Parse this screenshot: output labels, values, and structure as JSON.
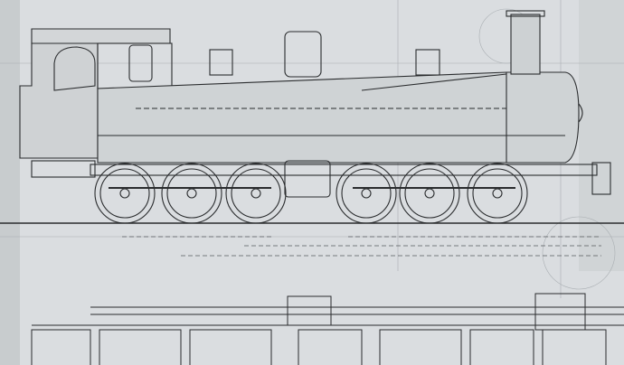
{
  "drawing": {
    "subject": "locomotive",
    "views": [
      "side-elevation",
      "plan-section"
    ],
    "colors": {
      "paper": "#dadde0",
      "ink": "#2a2c2e",
      "faint_ink": "#8e9499",
      "shade": "#c4c9cc"
    }
  }
}
